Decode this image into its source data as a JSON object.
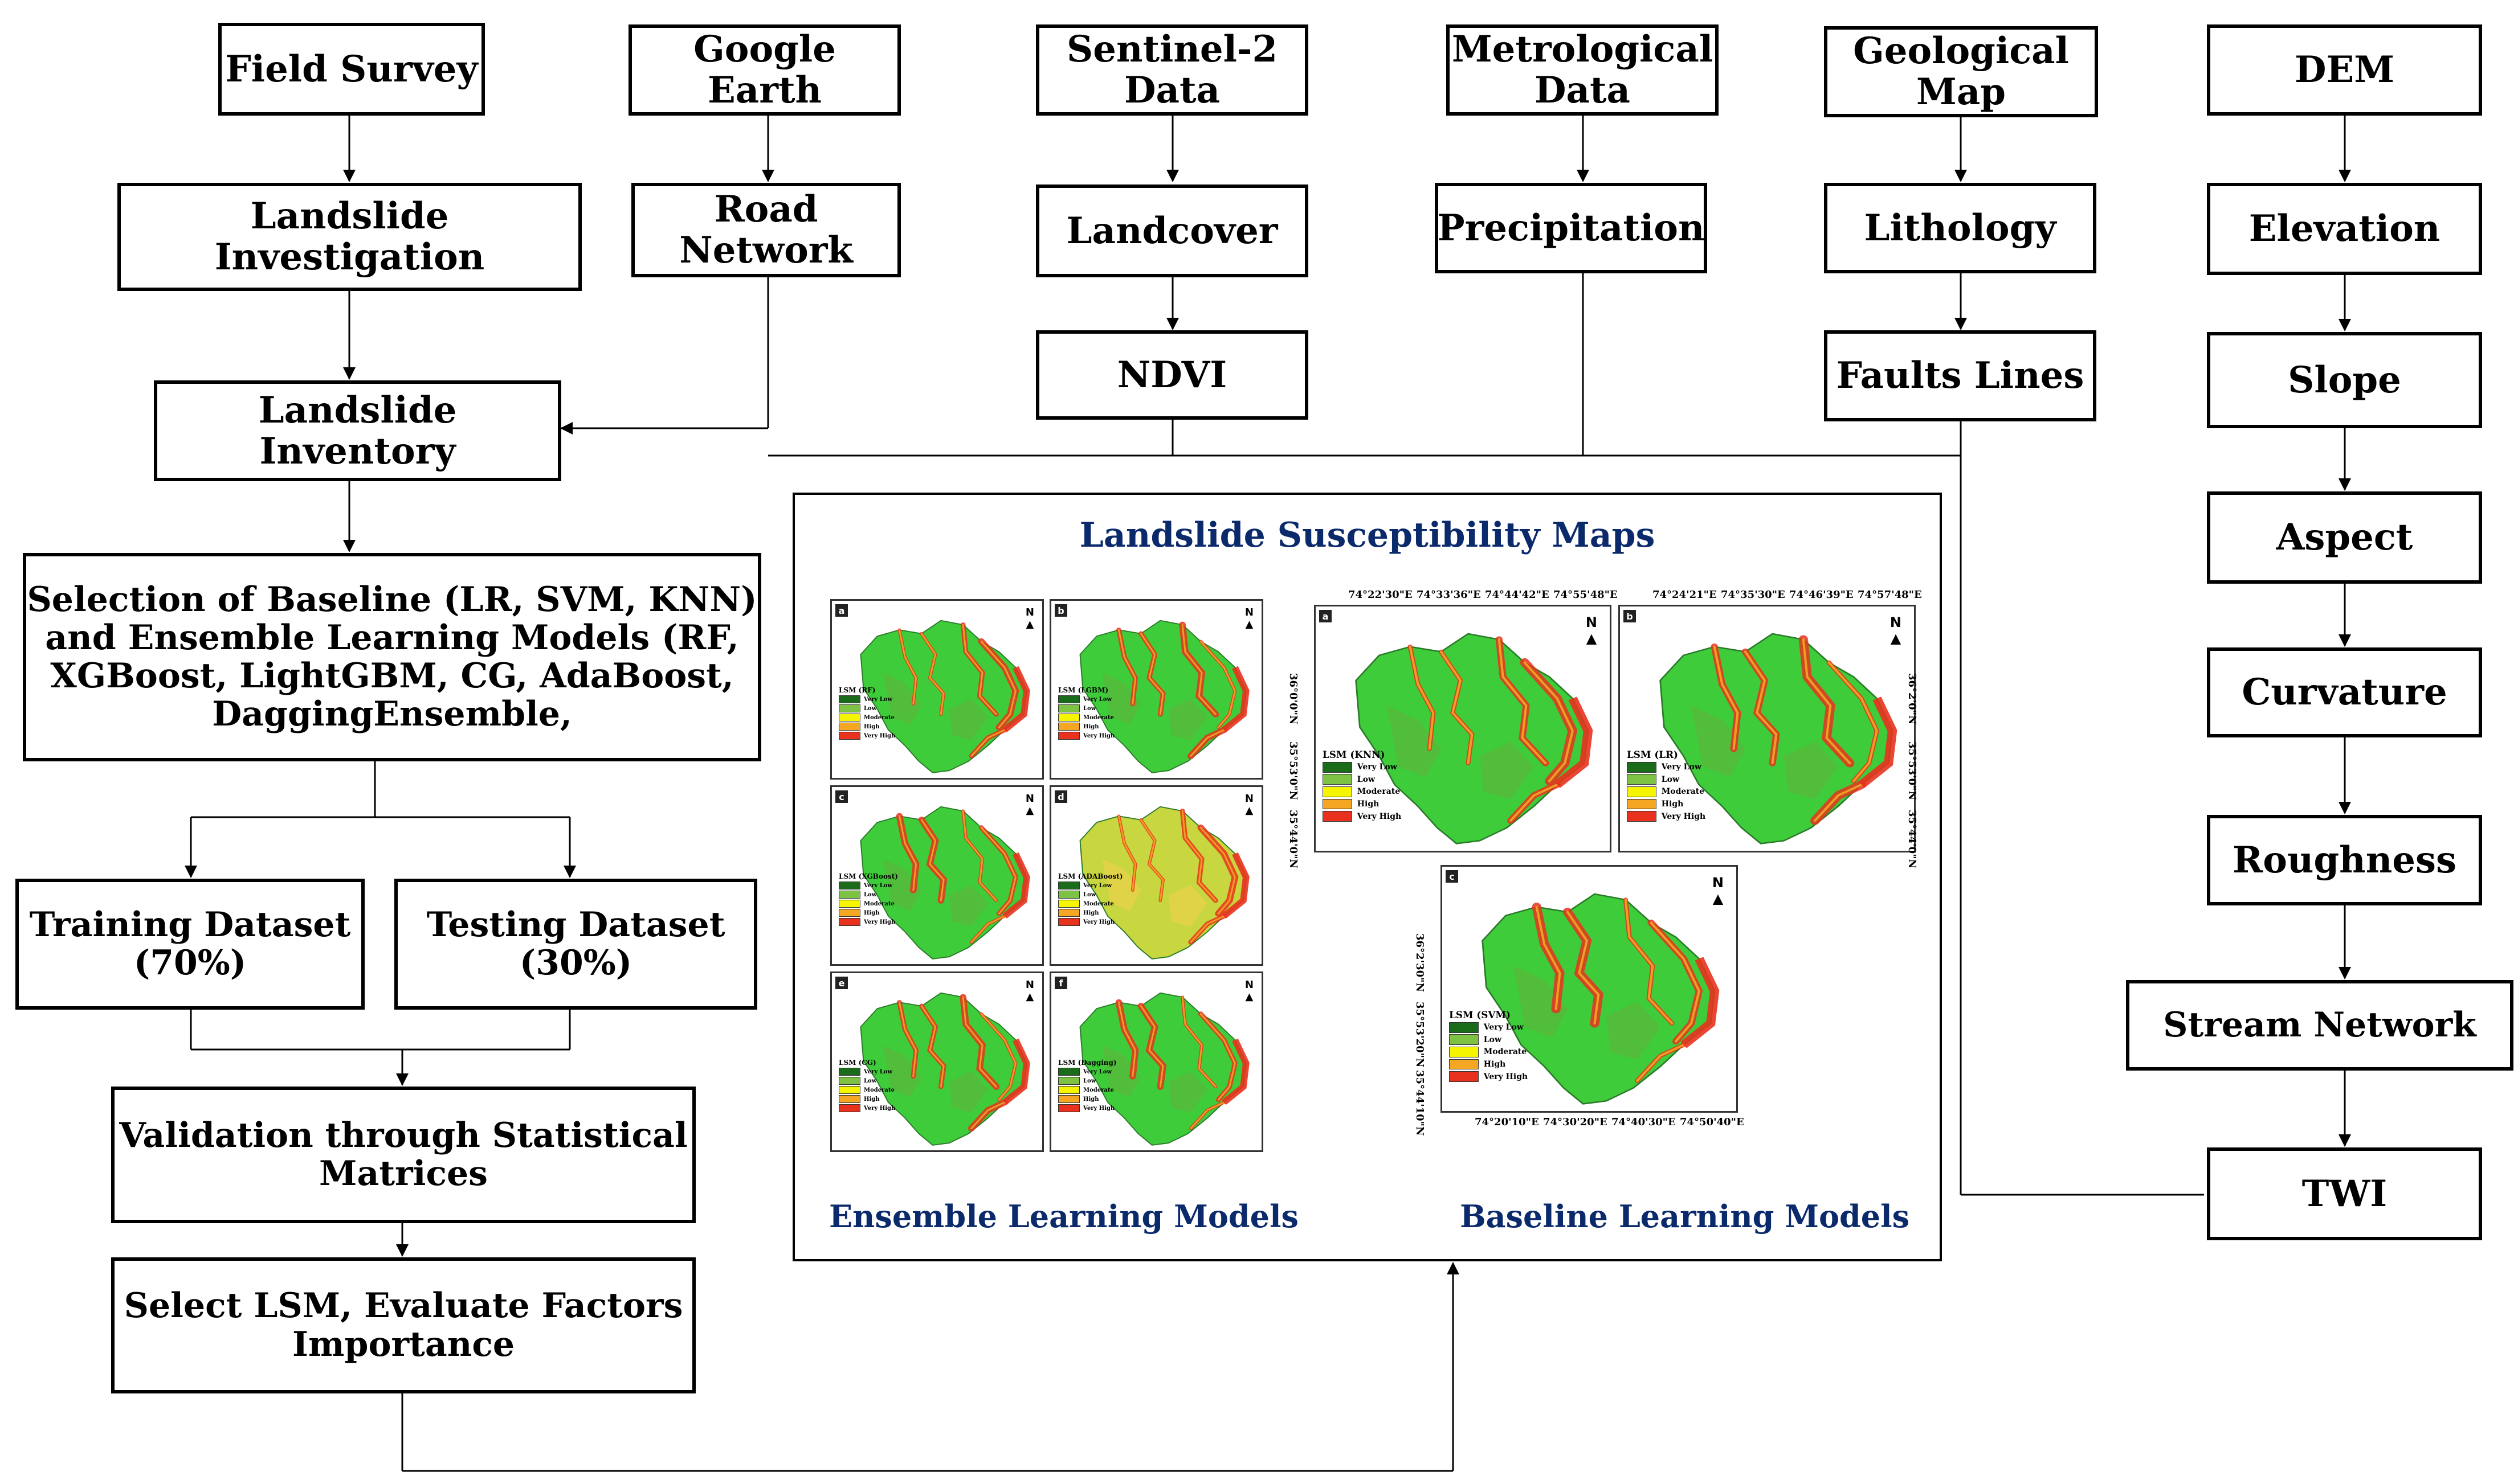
{
  "boxes": {
    "field_survey": "Field Survey",
    "google_earth": "Google\nEarth",
    "sentinel": "Sentinel-2\nData",
    "metrological": "Metrological\nData",
    "geological": "Geological\nMap",
    "dem": "DEM",
    "landslide_investigation": "Landslide Investigation",
    "road_network": "Road\nNetwork",
    "landcover": "Landcover",
    "precipitation": "Precipitation",
    "lithology": "Lithology",
    "elevation": "Elevation",
    "ndvi": "NDVI",
    "faults": "Faults Lines",
    "slope": "Slope",
    "inventory": "Landslide Inventory",
    "aspect": "Aspect",
    "curvature": "Curvature",
    "roughness": "Roughness",
    "stream": "Stream Network",
    "twi": "TWI",
    "selection": "Selection of Baseline (LR, SVM, KNN)\nand Ensemble Learning Models (RF,\nXGBoost, LightGBM, CG, AdaBoost,\nDaggingEnsemble,",
    "training": "Training Dataset\n(70%)",
    "testing": "Testing Dataset\n(30%)",
    "validation": "Validation through Statistical\nMatrices",
    "select_lsm": "Select LSM, Evaluate Factors\nImportance"
  },
  "panel": {
    "title": "Landslide Susceptibility Maps",
    "ensemble_label": "Ensemble Learning Models",
    "baseline_label": "Baseline Learning Models"
  },
  "legend_classes": [
    "Very Low",
    "Low",
    "Moderate",
    "High",
    "Very High"
  ],
  "legend_colors": [
    "#1a6b1a",
    "#7dc242",
    "#f5f500",
    "#f5a623",
    "#e8321e"
  ],
  "north_label": "N",
  "small_maps": [
    {
      "letter": "a",
      "title": "LSM (RF)"
    },
    {
      "letter": "b",
      "title": "LSM (LGBM)"
    },
    {
      "letter": "c",
      "title": "LSM (XGBoost)"
    },
    {
      "letter": "d",
      "title": "LSM (ADABoost)"
    },
    {
      "letter": "e",
      "title": "LSM (CG)"
    },
    {
      "letter": "f",
      "title": "LSM (Dagging)"
    }
  ],
  "large_maps": [
    {
      "letter": "a",
      "title": "LSM (KNN)",
      "top_coords": [
        "74°22'30\"E",
        "74°33'36\"E",
        "74°44'42\"E",
        "74°55'48\"E"
      ],
      "side_coords": [
        "36°0'0\"N",
        "35°53'0\"N",
        "35°44'0\"N"
      ]
    },
    {
      "letter": "b",
      "title": "LSM (LR)",
      "top_coords": [
        "74°24'21\"E",
        "74°35'30\"E",
        "74°46'39\"E",
        "74°57'48\"E"
      ],
      "side_coords": [
        "36°2'0\"N",
        "35°53'0\"N",
        "35°44'0\"N"
      ]
    },
    {
      "letter": "c",
      "title": "LSM (SVM)",
      "bottom_coords": [
        "74°20'10\"E",
        "74°30'20\"E",
        "74°40'30\"E",
        "74°50'40\"E"
      ],
      "side_coords": [
        "36°2'30\"N",
        "35°53'20\"N",
        "35°44'10\"N"
      ]
    }
  ]
}
